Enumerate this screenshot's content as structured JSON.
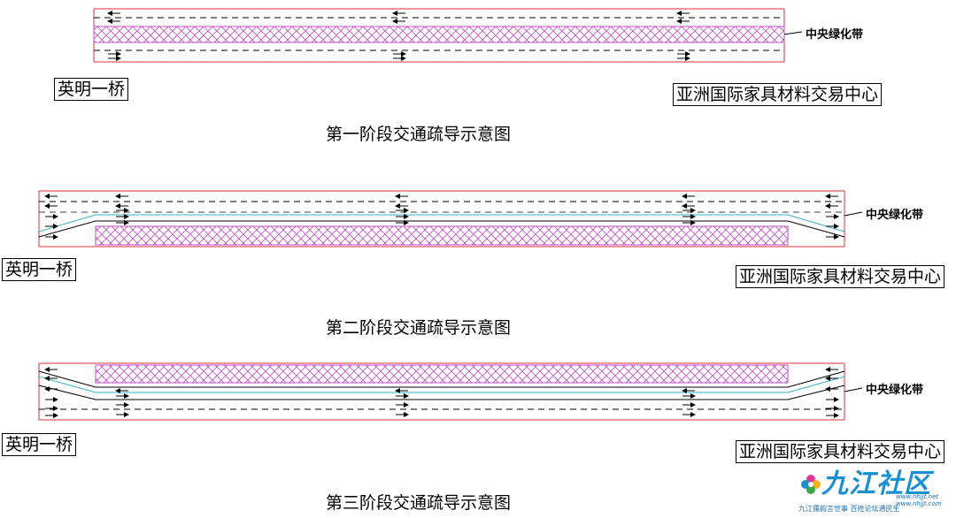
{
  "median_label": "中央绿化带",
  "start_label": "英明一桥",
  "end_label": "亚洲国际家具材料交易中心",
  "stages": [
    {
      "caption": "第一阶段交通疏导示意图"
    },
    {
      "caption": "第二阶段交通疏导示意图"
    },
    {
      "caption": "第三阶段交通疏导示意图"
    }
  ],
  "logo": {
    "name": "九江社区",
    "slogan": "九江儒韵言世事  百姓论坛通民生",
    "url1": "www.nhjjt.net",
    "url2": "www.nhjjt.com"
  },
  "colors": {
    "road_edge": "#d9313a",
    "median_hatch": "#c24cc4",
    "median_line": "#3ab0c8",
    "lane_line": "#000000",
    "arrow": "#000000",
    "logo_blue": "#1b8fcf"
  },
  "icons": [
    "arrow-left-icon",
    "arrow-right-icon",
    "flower-icon"
  ]
}
